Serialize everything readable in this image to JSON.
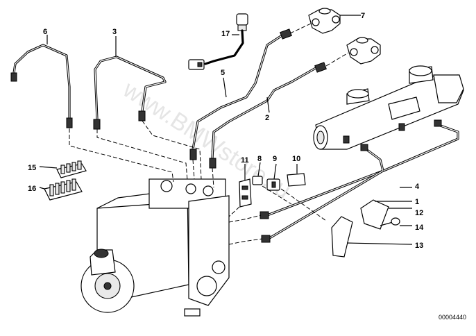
{
  "watermark": "www.BMWstore.ru",
  "reference_number": "00004440",
  "callouts": {
    "c1": "1",
    "c2": "2",
    "c3": "3",
    "c4": "4",
    "c5": "5",
    "c6": "6",
    "c7": "7",
    "c8": "8",
    "c9": "9",
    "c10": "10",
    "c11": "11",
    "c12": "12",
    "c13": "13",
    "c14": "14",
    "c15": "15",
    "c16": "16",
    "c17": "17"
  }
}
